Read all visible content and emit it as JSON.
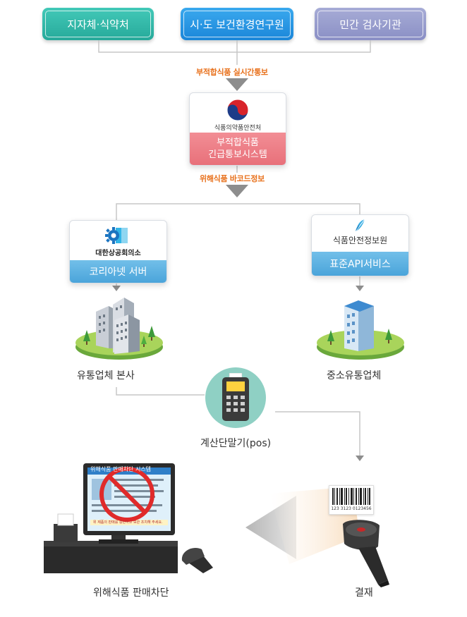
{
  "top_sources": [
    {
      "label": "지자체·식약처",
      "color": "#2fb3a4"
    },
    {
      "label": "시·도 보건환경연구원",
      "color": "#2596e3"
    },
    {
      "label": "민간 검사기관",
      "color": "#969bcc"
    }
  ],
  "flow_labels": {
    "realtime": "부적합식품 실시간통보",
    "barcode": "위해식품 바코드정보"
  },
  "center_card": {
    "org_name": "식품의약품안전처",
    "system_line1": "부적합식품",
    "system_line2": "긴급통보시스템",
    "bar_color": "#ee7f86"
  },
  "left_card": {
    "org_name": "대한상공회의소",
    "service": "코리아넷 서버",
    "icon": "gear-logo-icon"
  },
  "right_card": {
    "org_name": "식품안전정보원",
    "service": "표준API서비스",
    "icon": "leaf-logo-icon"
  },
  "nodes": {
    "hq": "유통업체 본사",
    "sme": "중소유통업체",
    "pos": "계산단말기(pos)",
    "block": "위해식품 판매차단",
    "payment": "결재"
  },
  "barcode_number": "123 3123 0123456",
  "screen": {
    "header": "위해식품 판매차단 시스템",
    "footer": "위 제품의 판매를 중단하고 보관 조치해 주세요."
  }
}
